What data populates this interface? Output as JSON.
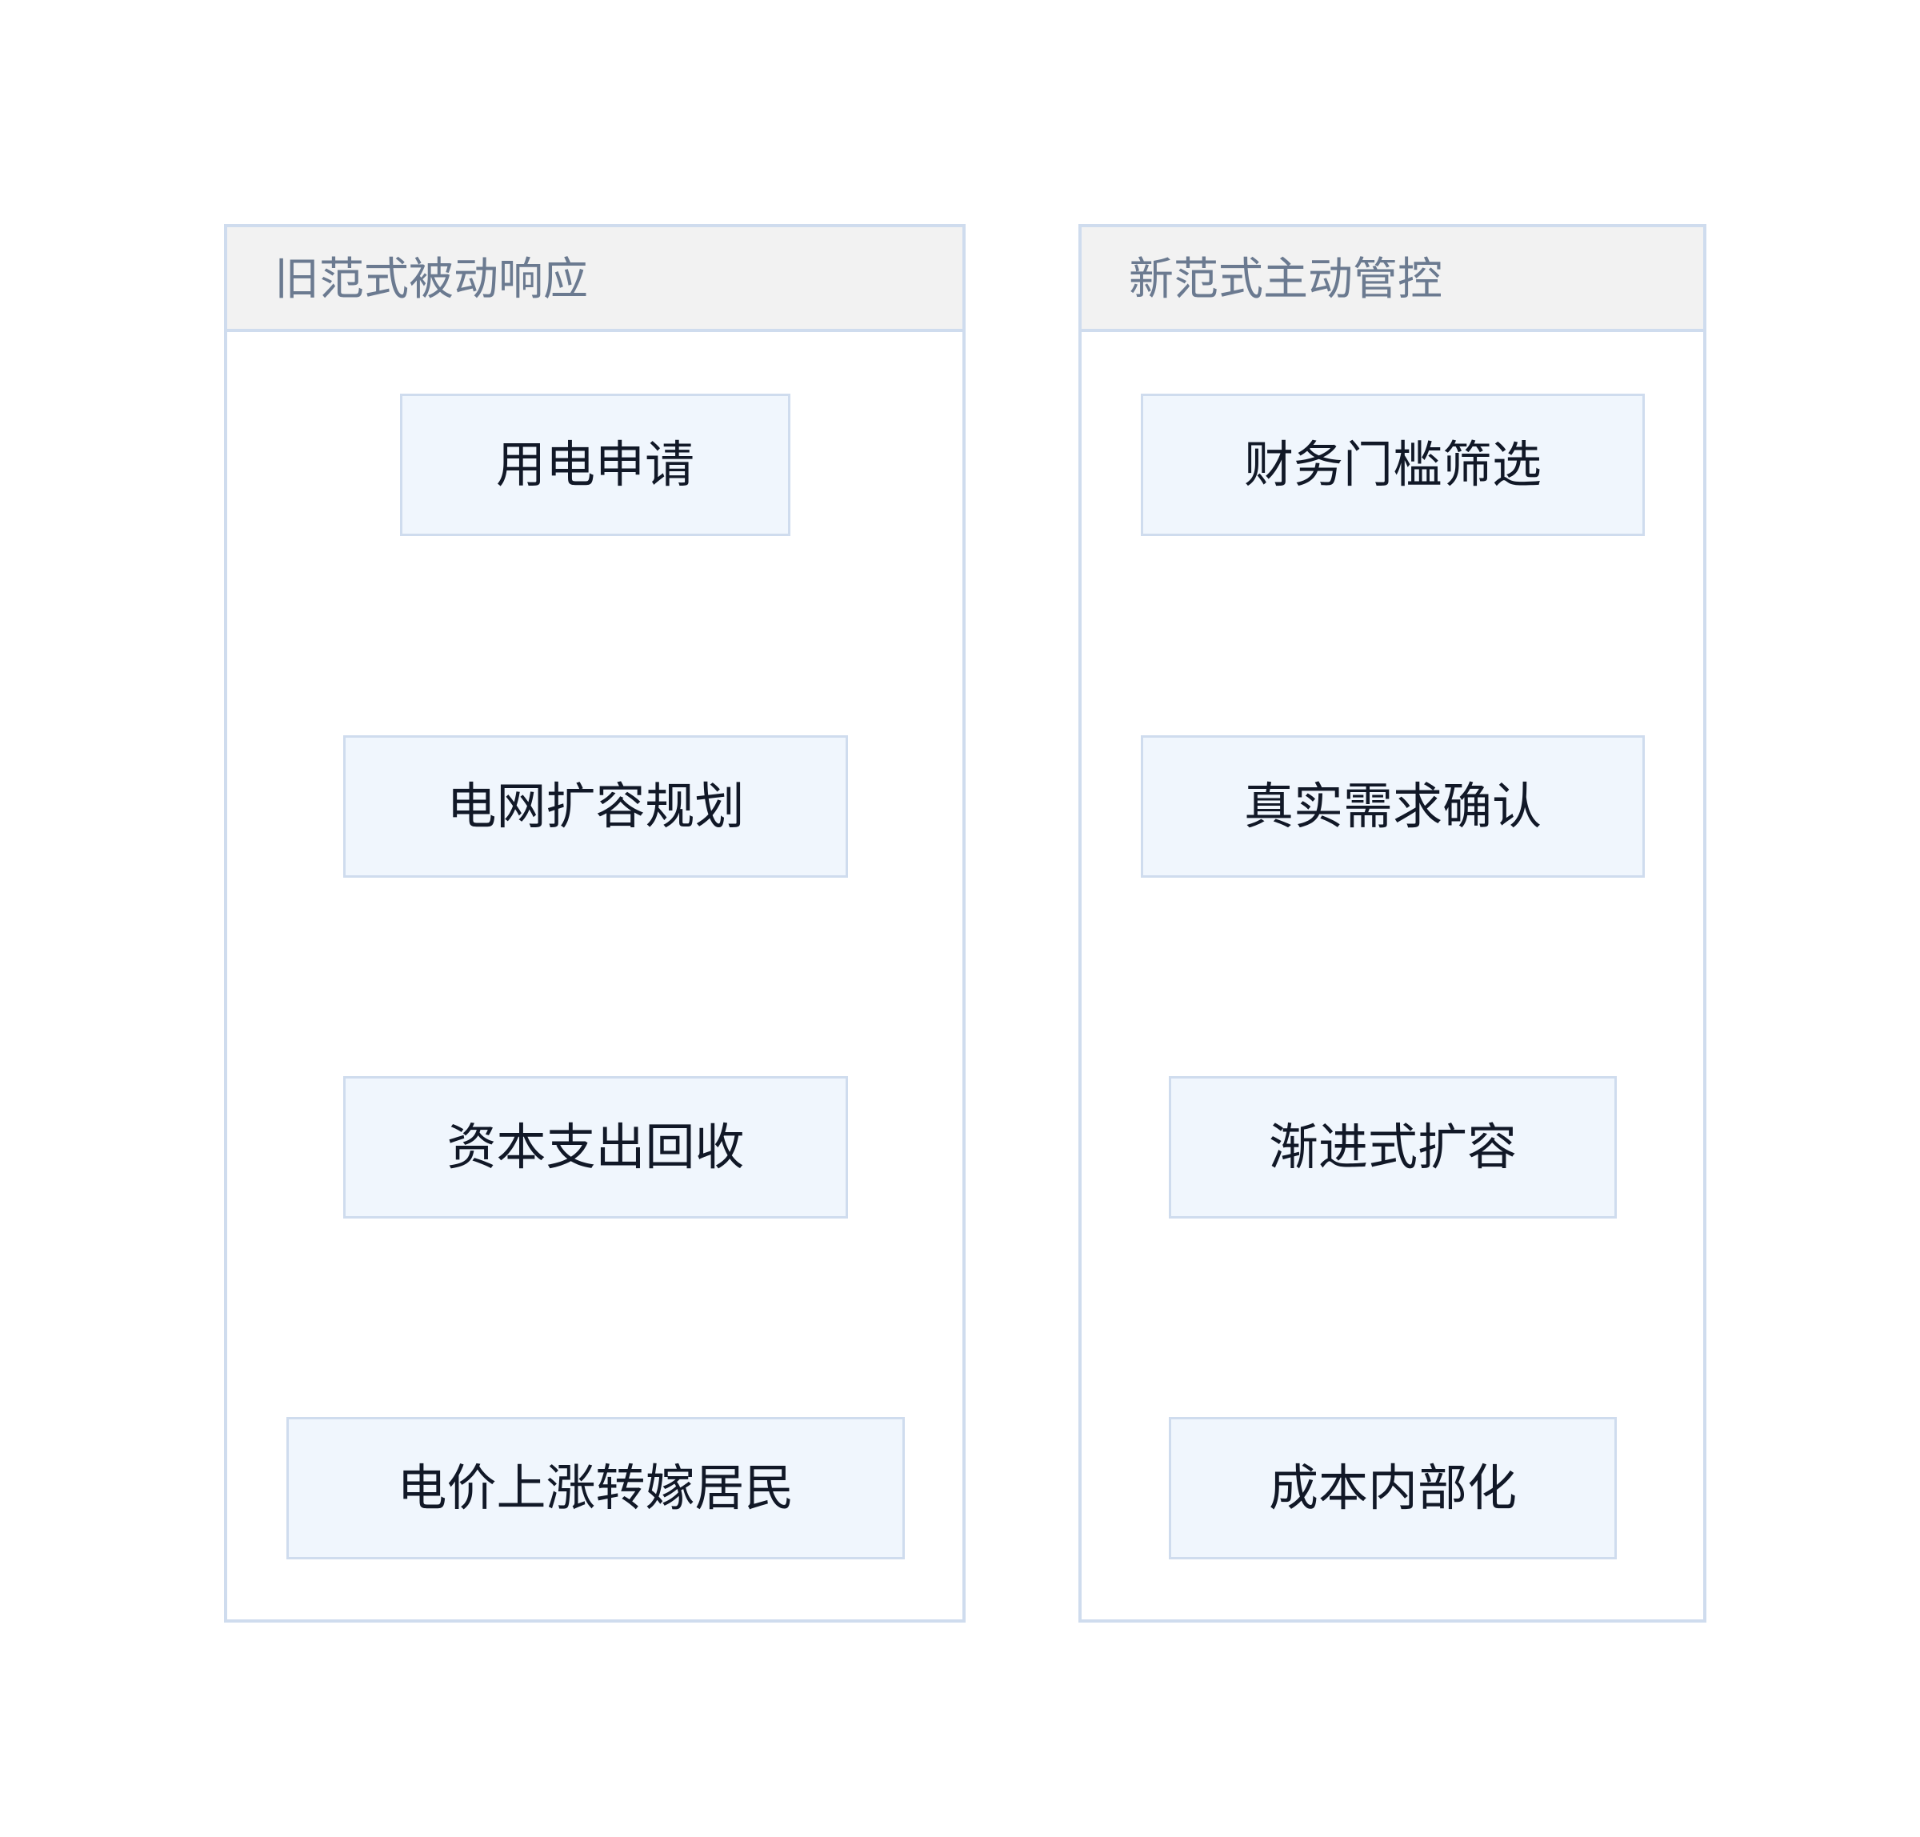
{
  "clusters": [
    {
      "title": "旧范式被动响应",
      "nodes": [
        "用电申请",
        "电网扩容规划",
        "资本支出回收",
        "电价上涨转嫁居民"
      ]
    },
    {
      "title": "新范式主动管控",
      "nodes": [
        "财务门槛筛选",
        "真实需求确认",
        "渐进式扩容",
        "成本内部化"
      ]
    }
  ],
  "colors": {
    "cluster_border": "#cfdcee",
    "cluster_header": "#f2f2f2",
    "cluster_title": "#6b7a90",
    "node_fill": "#f0f6fd",
    "node_border": "#cfdcee",
    "node_text": "#111827",
    "arrow_line": "#8fb1ea",
    "arrow_head": "#3a6fd8"
  }
}
